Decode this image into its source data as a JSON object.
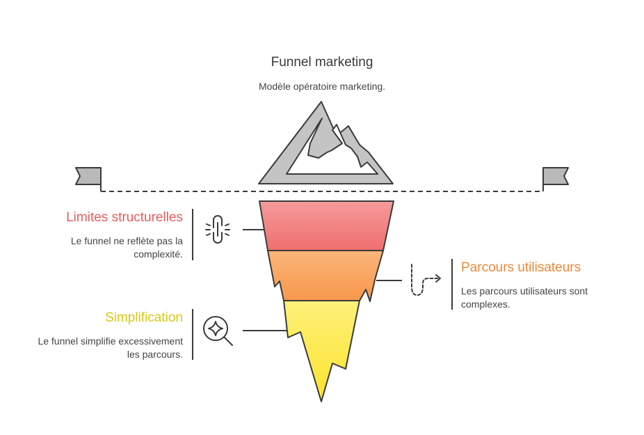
{
  "title": "Funnel marketing",
  "subtitle": "Modèle opératoire marketing.",
  "items": [
    {
      "heading": "Limites structurelles",
      "desc_line1": "Le funnel ne reflète pas la",
      "desc_line2": "complexité.",
      "color": "#e25c5c",
      "icon": "broken-chain-icon"
    },
    {
      "heading": "Parcours utilisateurs",
      "desc_line1": "Les parcours utilisateurs sont",
      "desc_line2": "complexes.",
      "color": "#e8893a",
      "icon": "winding-path-arrow-icon"
    },
    {
      "heading": "Simplification",
      "desc_line1": "Le funnel simplifie excessivement",
      "desc_line2": "les parcours.",
      "color": "#d8c814",
      "icon": "magnifier-sparkle-icon"
    }
  ],
  "colors": {
    "mountain": "#c4c4c4",
    "flag": "#b9b9b9",
    "layer_red_top": "#f59a9a",
    "layer_red_bottom": "#ef6f6f",
    "layer_orange_top": "#fbb57a",
    "layer_orange_bottom": "#f7984b",
    "layer_yellow_top": "#fff07a",
    "layer_yellow_bottom": "#fbe42e",
    "stroke": "#3a3a3a"
  }
}
